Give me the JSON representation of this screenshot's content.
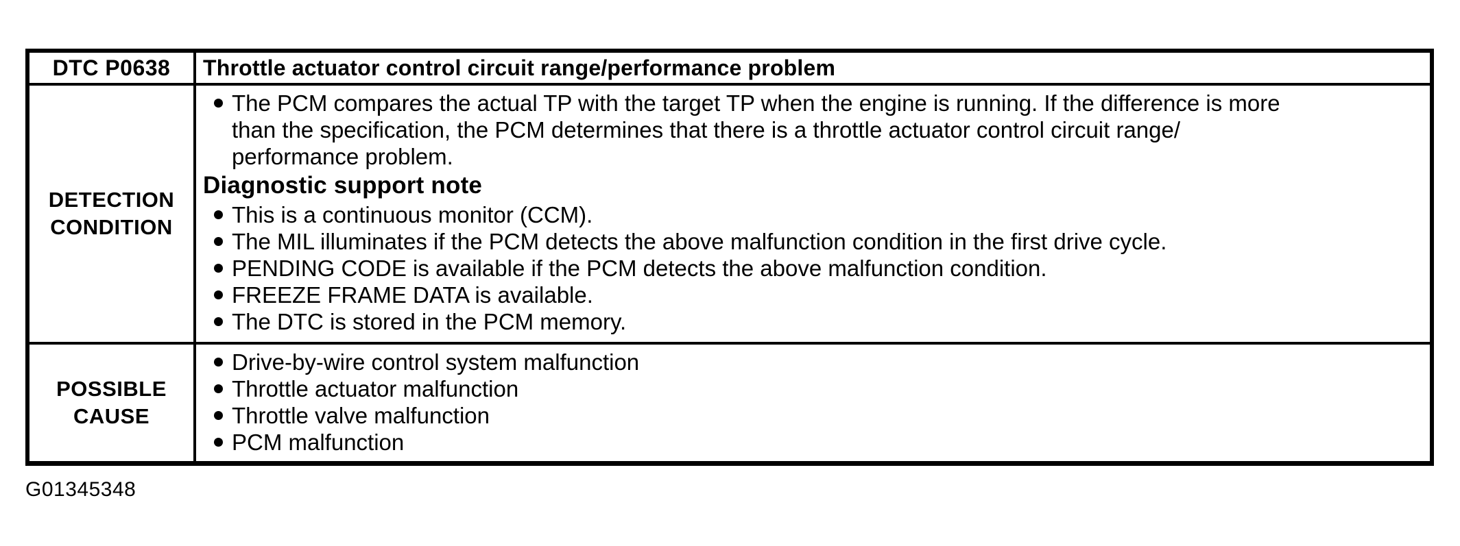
{
  "table": {
    "header": {
      "dtc_code": "DTC P0638",
      "title": "Throttle actuator control circuit range/performance problem"
    },
    "detection": {
      "label": "DETECTION CONDITION",
      "intro_bullets": [
        "The PCM compares the actual TP with the target TP when the engine is running. If the difference is more\nthan the specification, the PCM determines that there is a throttle actuator control circuit range/\nperformance problem."
      ],
      "subheading": "Diagnostic support note",
      "support_bullets": [
        "This is a continuous monitor (CCM).",
        "The MIL illuminates if the PCM detects the above malfunction condition in the first drive cycle.",
        "PENDING CODE is available if the PCM detects the above malfunction condition.",
        "FREEZE FRAME DATA is available.",
        "The DTC is stored in the PCM memory."
      ]
    },
    "possible_cause": {
      "label": "POSSIBLE CAUSE",
      "bullets": [
        "Drive-by-wire control system malfunction",
        "Throttle actuator malfunction",
        "Throttle valve malfunction",
        "PCM malfunction"
      ]
    }
  },
  "footer": {
    "figure_id": "G01345348"
  }
}
